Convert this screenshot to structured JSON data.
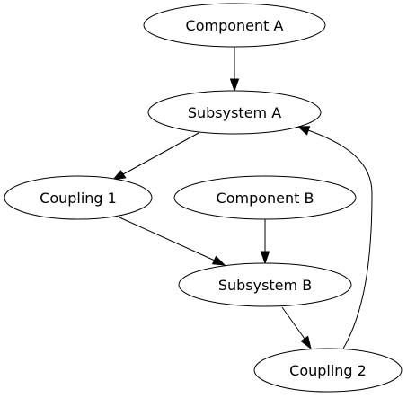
{
  "nodes": {
    "component_a": "Component A",
    "subsystem_a": "Subsystem A",
    "coupling_1": "Coupling 1",
    "component_b": "Component B",
    "subsystem_b": "Subsystem B",
    "coupling_2": "Coupling 2"
  },
  "edges": [
    {
      "from": "Component A",
      "to": "Subsystem A"
    },
    {
      "from": "Subsystem A",
      "to": "Coupling 1"
    },
    {
      "from": "Coupling 1",
      "to": "Subsystem B"
    },
    {
      "from": "Component B",
      "to": "Subsystem B"
    },
    {
      "from": "Subsystem B",
      "to": "Coupling 2"
    },
    {
      "from": "Coupling 2",
      "to": "Subsystem A"
    }
  ]
}
